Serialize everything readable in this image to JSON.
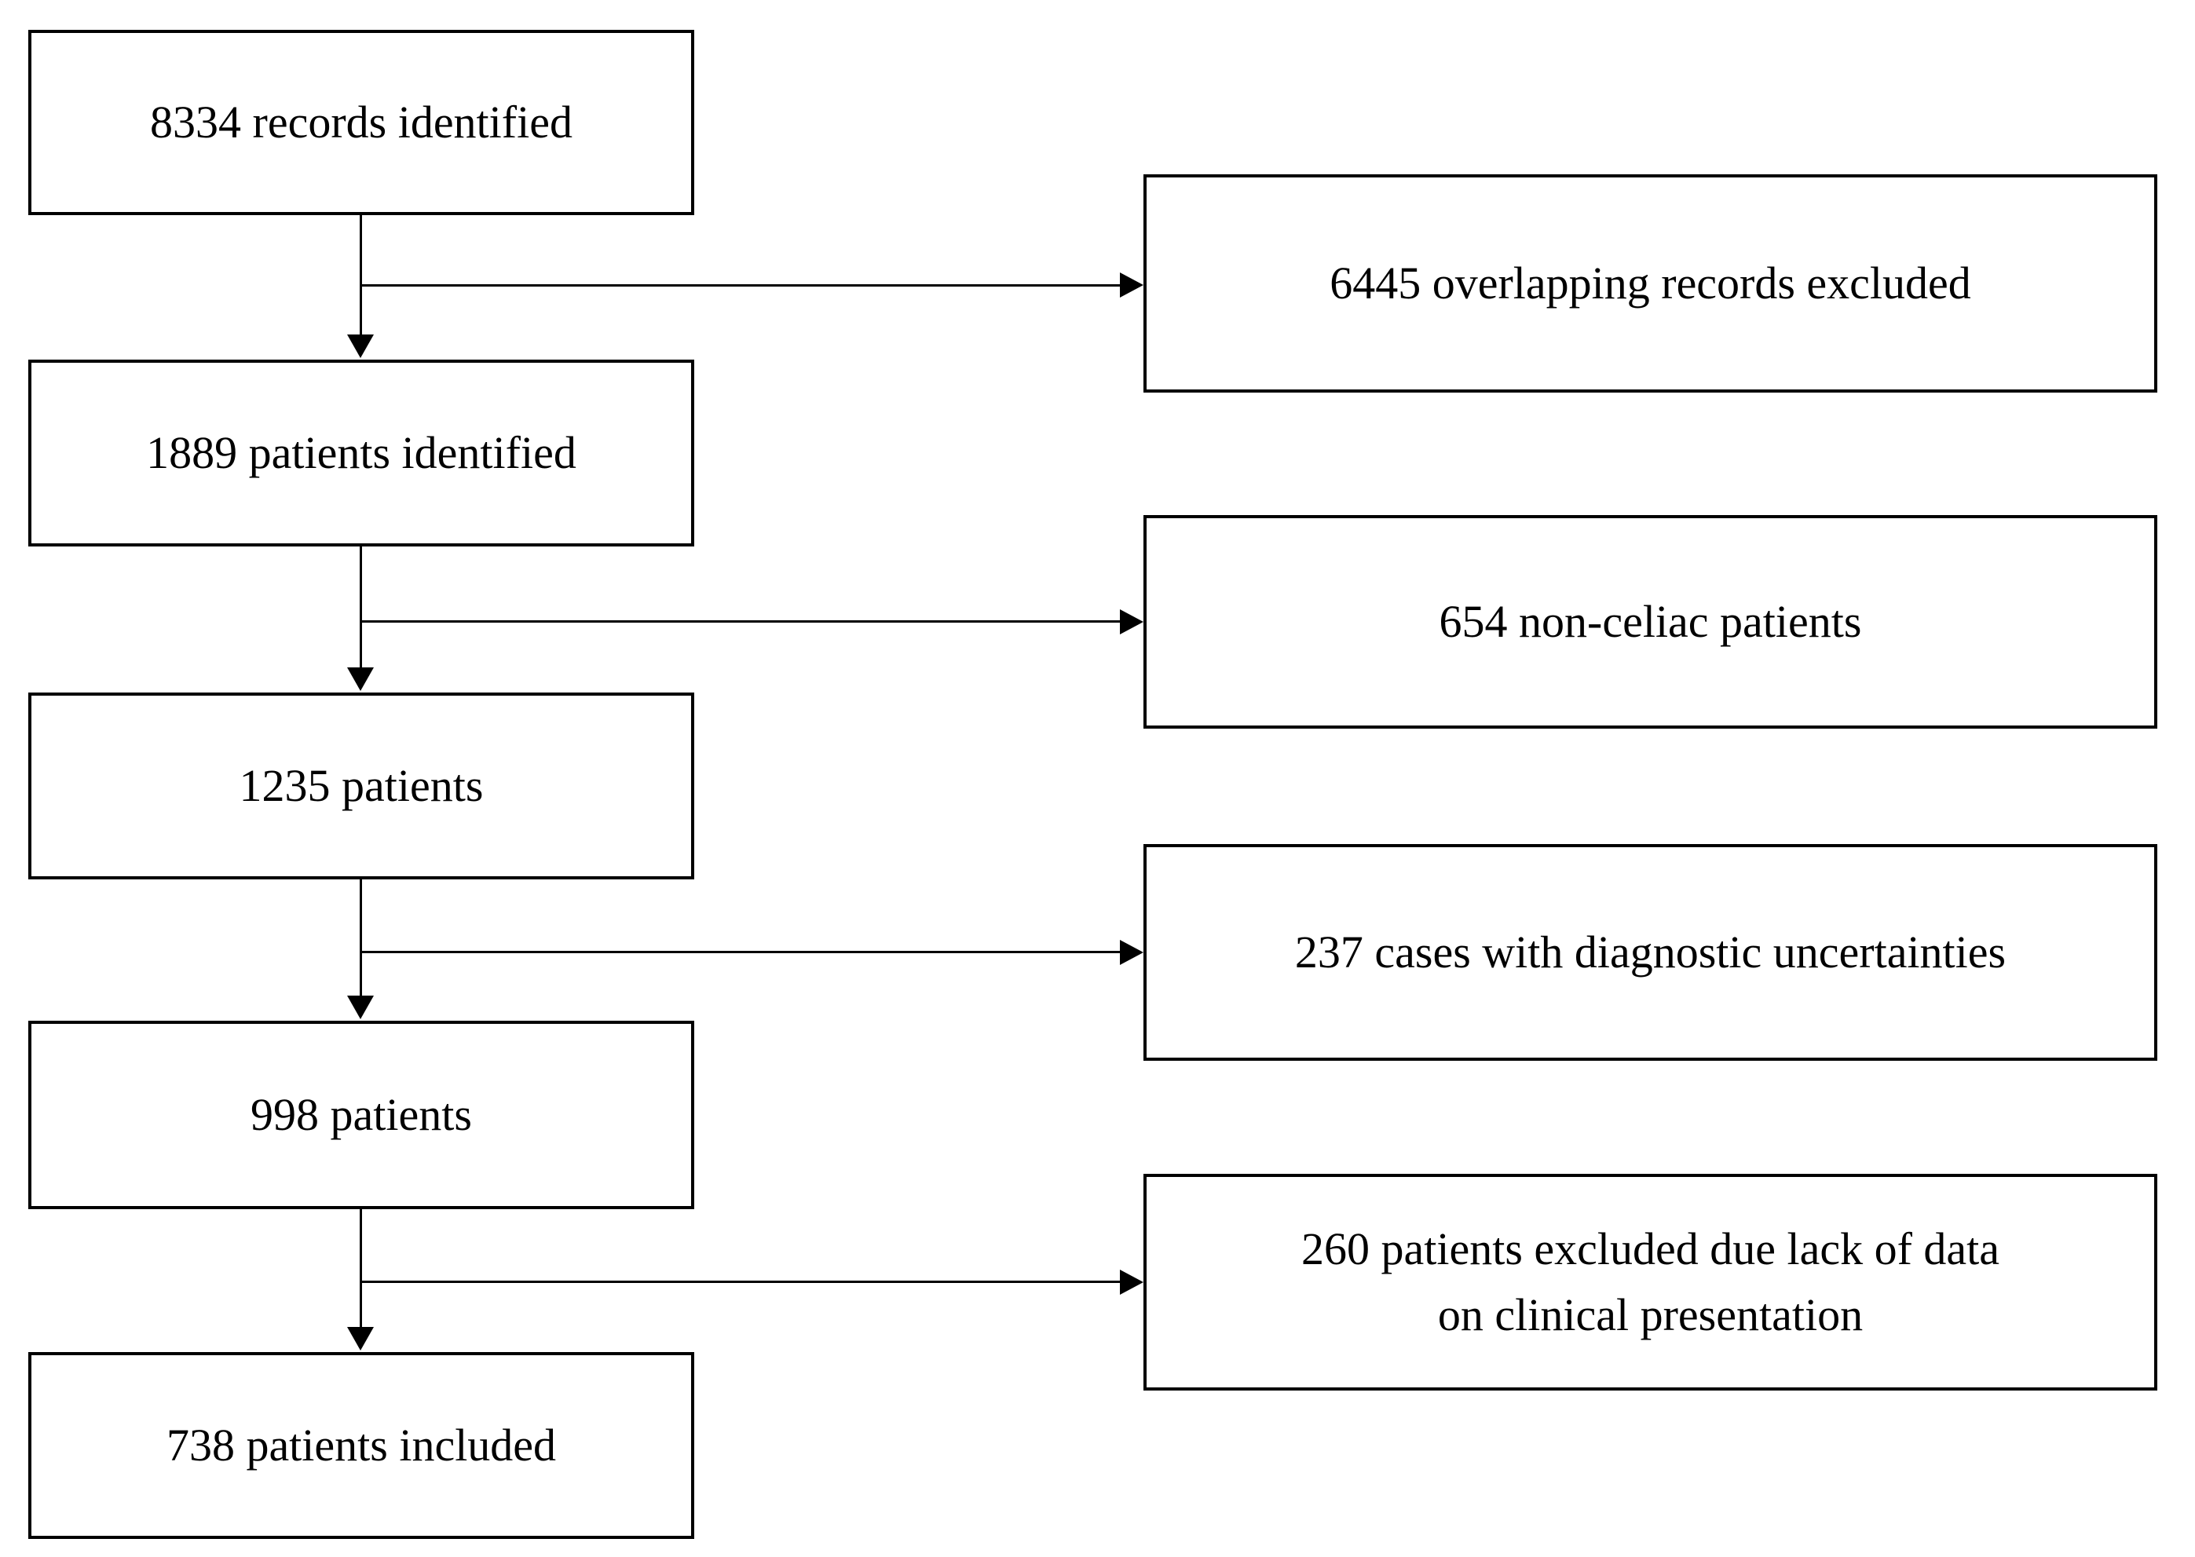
{
  "diagram": {
    "type": "flowchart",
    "colors": {
      "background": "#ffffff",
      "box_border": "#000000",
      "connector": "#000000",
      "text": "#000000"
    },
    "flow_steps": [
      {
        "label": "8334 records identified"
      },
      {
        "label": "1889 patients identified"
      },
      {
        "label": "1235 patients"
      },
      {
        "label": "998 patients"
      },
      {
        "label": "738 patients included"
      }
    ],
    "exclusions": [
      {
        "lines": [
          "6445 overlapping records excluded"
        ]
      },
      {
        "lines": [
          "654 non-celiac patients"
        ]
      },
      {
        "lines": [
          "237 cases with diagnostic uncertainties"
        ]
      },
      {
        "lines": [
          "260 patients excluded due lack of data",
          "on clinical presentation"
        ]
      }
    ]
  }
}
